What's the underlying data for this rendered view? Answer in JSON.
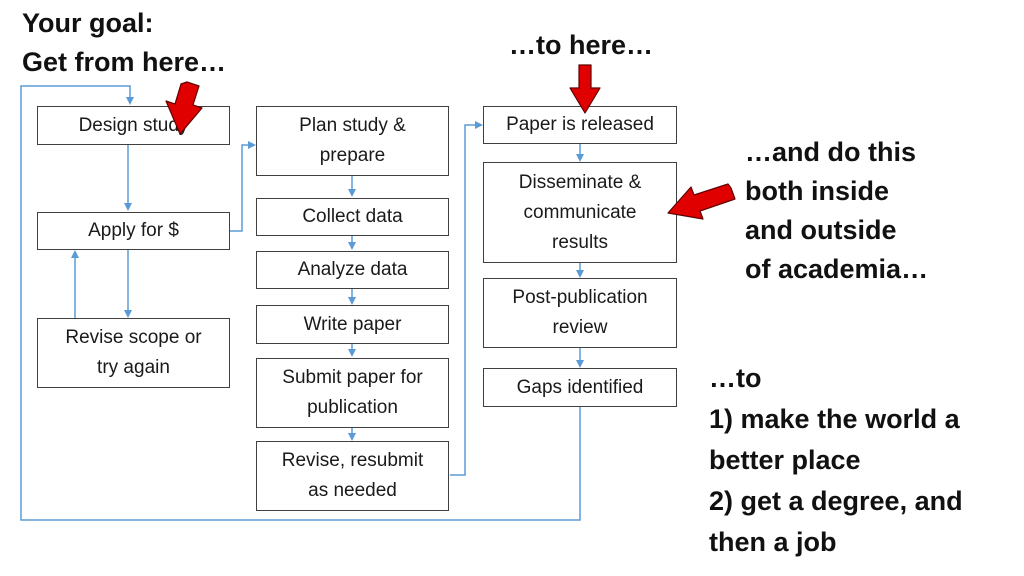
{
  "notes": {
    "goal_line1": "Your goal:",
    "goal_line2": "Get from here…",
    "to_here": "…to here…",
    "inside_outside": [
      "…and do this",
      "both inside",
      "and outside",
      "of academia…"
    ],
    "purpose": [
      "…to",
      "1) make the world a",
      "better place",
      "2) get a degree, and",
      "then a job"
    ]
  },
  "boxes": {
    "design_study": "Design study",
    "apply_funding": "Apply for $",
    "revise_scope": [
      "Revise scope or",
      "try again"
    ],
    "plan_study": [
      "Plan study &",
      "prepare"
    ],
    "collect_data": "Collect data",
    "analyze_data": "Analyze data",
    "write_paper": "Write paper",
    "submit_paper": [
      "Submit paper for",
      "publication"
    ],
    "revise_resubmit": [
      "Revise, resubmit",
      "as needed"
    ],
    "paper_released": "Paper is released",
    "disseminate": [
      "Disseminate &",
      "communicate",
      "results"
    ],
    "post_publication": [
      "Post-publication",
      "review"
    ],
    "gaps_identified": "Gaps identified"
  },
  "colors": {
    "connector": "#5b9bd5",
    "box_border": "#404040",
    "callout_arrow": "#e00000"
  }
}
